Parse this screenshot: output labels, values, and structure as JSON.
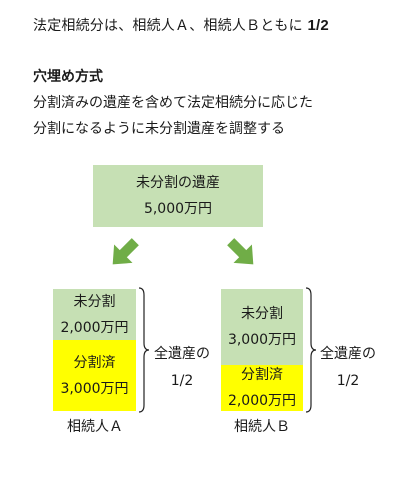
{
  "intro": {
    "text": "法定相続分は、相続人Ａ、相続人Ｂともに",
    "ratio": "1/2"
  },
  "method": {
    "title": "穴埋め方式",
    "line1": "分割済みの遺産を含めて法定相続分に応じた",
    "line2": "分割になるように未分割遺産を調整する"
  },
  "estate": {
    "label": "未分割の遺産",
    "amount": "5,000万円"
  },
  "heir_a": {
    "unsplit_label": "未分割",
    "unsplit_amount": "2,000万円",
    "split_label": "分割済",
    "split_amount": "3,000万円",
    "total_line1": "全遺産の",
    "total_line2": "1/2",
    "name": "相続人Ａ"
  },
  "heir_b": {
    "unsplit_label": "未分割",
    "unsplit_amount": "3,000万円",
    "split_label": "分割済",
    "split_amount": "2,000万円",
    "total_line1": "全遺産の",
    "total_line2": "1/2",
    "name": "相続人Ｂ"
  },
  "colors": {
    "green": "#c6e0b4",
    "yellow": "#ffff00",
    "arrow": "#70ad47"
  }
}
